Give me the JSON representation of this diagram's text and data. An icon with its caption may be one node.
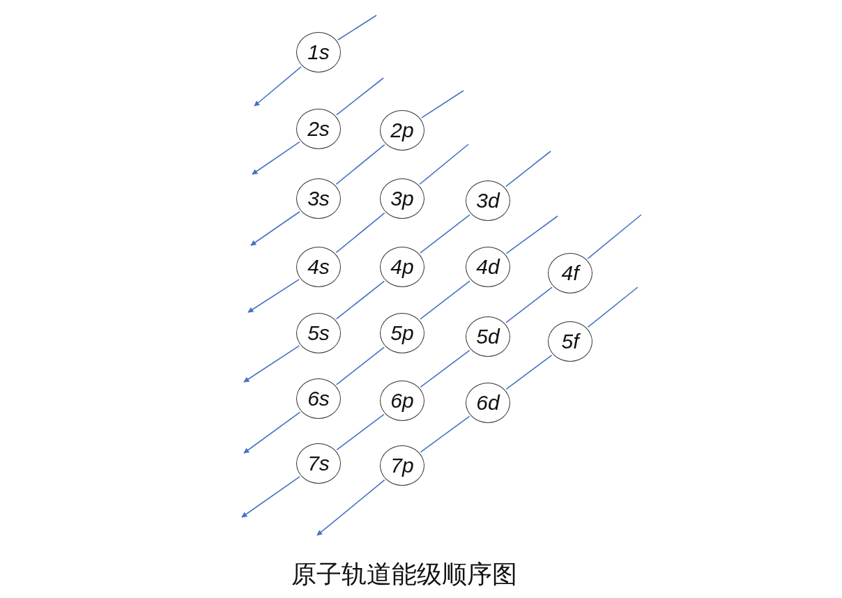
{
  "diagram": {
    "caption": "原子轨道能级顺序图",
    "nodes": [
      {
        "text": [
          "1s"
        ]
      },
      {
        "text": [
          "2s"
        ]
      },
      {
        "text": [
          "2p"
        ]
      },
      {
        "text": [
          "3s"
        ]
      },
      {
        "text": [
          "3p"
        ]
      },
      {
        "text": [
          "3d"
        ]
      },
      {
        "text": [
          "4s"
        ]
      },
      {
        "text": [
          "4p"
        ]
      },
      {
        "text": [
          "4d"
        ]
      },
      {
        "text": [
          "4f"
        ]
      },
      {
        "text": [
          "5s"
        ]
      },
      {
        "text": [
          "5p"
        ]
      },
      {
        "text": [
          "5d"
        ]
      },
      {
        "text": [
          "5f"
        ]
      },
      {
        "text": [
          "6s"
        ]
      },
      {
        "text": [
          "6p"
        ]
      },
      {
        "text": [
          "6d"
        ]
      },
      {
        "text": [
          "7s"
        ]
      },
      {
        "text": [
          "7p"
        ]
      }
    ],
    "edges": [
      {
        "from": null,
        "to": 0,
        "arrow": "none"
      },
      {
        "from": 0,
        "to": null,
        "arrow": "to"
      },
      {
        "from": null,
        "to": 1,
        "arrow": "none"
      },
      {
        "from": 1,
        "to": null,
        "arrow": "to"
      },
      {
        "from": null,
        "to": 2,
        "arrow": "none"
      },
      {
        "from": 2,
        "to": 3,
        "arrow": "none"
      },
      {
        "from": 3,
        "to": null,
        "arrow": "to"
      },
      {
        "from": null,
        "to": 4,
        "arrow": "none"
      },
      {
        "from": 4,
        "to": 6,
        "arrow": "none"
      },
      {
        "from": 6,
        "to": null,
        "arrow": "to"
      },
      {
        "from": null,
        "to": 5,
        "arrow": "none"
      },
      {
        "from": 5,
        "to": 7,
        "arrow": "none"
      },
      {
        "from": 7,
        "to": 10,
        "arrow": "none"
      },
      {
        "from": 10,
        "to": null,
        "arrow": "to"
      },
      {
        "from": null,
        "to": 8,
        "arrow": "none"
      },
      {
        "from": 8,
        "to": 11,
        "arrow": "none"
      },
      {
        "from": 11,
        "to": 14,
        "arrow": "none"
      },
      {
        "from": 14,
        "to": null,
        "arrow": "to"
      },
      {
        "from": null,
        "to": 9,
        "arrow": "none"
      },
      {
        "from": 9,
        "to": 12,
        "arrow": "none"
      },
      {
        "from": 12,
        "to": 15,
        "arrow": "none"
      },
      {
        "from": 15,
        "to": 17,
        "arrow": "none"
      },
      {
        "from": 17,
        "to": null,
        "arrow": "to"
      },
      {
        "from": null,
        "to": 13,
        "arrow": "none"
      },
      {
        "from": 13,
        "to": 16,
        "arrow": "none"
      },
      {
        "from": 16,
        "to": 18,
        "arrow": "none"
      },
      {
        "from": 18,
        "to": null,
        "arrow": "to"
      }
    ]
  }
}
